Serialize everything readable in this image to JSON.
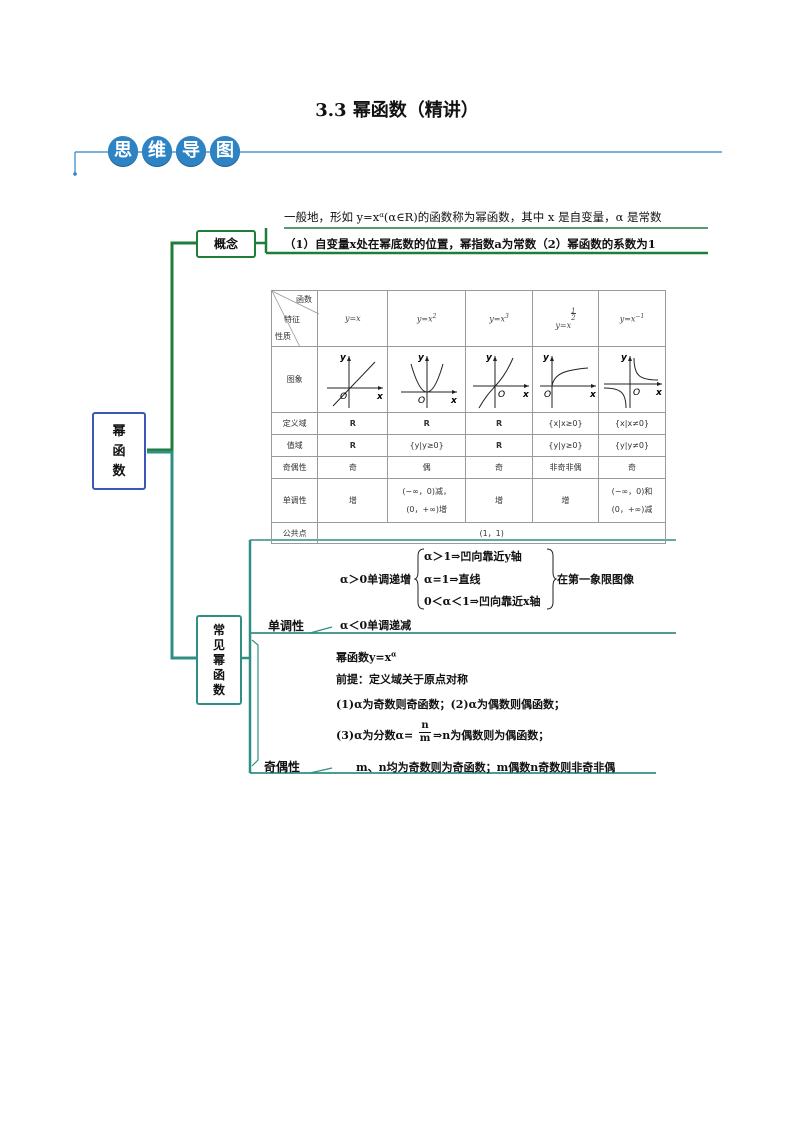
{
  "title": "3.3  幂函数（精讲）",
  "banner": {
    "chars": [
      "思",
      "维",
      "导",
      "图"
    ],
    "color": "#2d83c4"
  },
  "root": {
    "label_chars": [
      "幂",
      "函",
      "数"
    ],
    "border_color": "#3b57b5"
  },
  "concept": {
    "label": "概念",
    "definition": "一般地，形如 y=xᵅ(α∈R)的函数称为幂函数，其中 x 是自变量，α 是常数",
    "notes": "（1）自变量x处在幂底数的位置，幂指数a为常数（2）幂函数的系数为1"
  },
  "table": {
    "header": {
      "top": "函数",
      "middle": "特征",
      "bottom": "性质"
    },
    "functions": [
      "y=x",
      "y=x²",
      "y=x³",
      "y=x^(1/2)",
      "y=x⁻¹"
    ],
    "rows": [
      {
        "label": "图象",
        "values": [
          "",
          "",
          "",
          "",
          ""
        ]
      },
      {
        "label": "定义域",
        "values": [
          "R",
          "R",
          "R",
          "{x|x≥0}",
          "{x|x≠0}"
        ]
      },
      {
        "label": "值域",
        "values": [
          "R",
          "{y|y≥0}",
          "R",
          "{y|y≥0}",
          "{y|y≠0}"
        ]
      },
      {
        "label": "奇偶性",
        "values": [
          "奇",
          "偶",
          "奇",
          "非奇非偶",
          "奇"
        ]
      },
      {
        "label": "单调性",
        "values": [
          "增",
          "(−∞，0)减，\n(0，+∞)增",
          "增",
          "增",
          "(−∞，0)和\n(0，+∞)减"
        ]
      },
      {
        "label": "公共点",
        "values": [
          "(1，1)"
        ]
      }
    ],
    "graph_axis": {
      "y": "y",
      "x": "x",
      "origin": "O"
    }
  },
  "common": {
    "label_chars": [
      "常",
      "见",
      "幂",
      "函",
      "数"
    ],
    "monotonic": {
      "label": "单调性",
      "pos_condition": "α＞0单调递增",
      "cases": [
        "α＞1⇒凹向靠近y轴",
        "α=1⇒直线",
        "0＜α＜1⇒凹向靠近x轴"
      ],
      "quadrant_note": "在第一象限图像",
      "neg_condition": "α＜0单调递减"
    },
    "parity": {
      "label": "奇偶性",
      "line1": "幂函数y=x",
      "line1_sup": "α",
      "line2": "前提：定义域关于原点对称",
      "line3": "(1)α为奇数则奇函数；(2)α为偶数则偶函数；",
      "line4_a": "(3)α为分数α=",
      "frac_num": "n",
      "frac_den": "m",
      "line4_b": "⇒n为偶数则为偶函数；",
      "line5": "m、n均为奇数则为奇函数；m偶数n奇数则非奇非偶"
    }
  },
  "colors": {
    "green": "#1f7d3a",
    "teal": "#2f8f82",
    "line": "#2d83c4"
  }
}
